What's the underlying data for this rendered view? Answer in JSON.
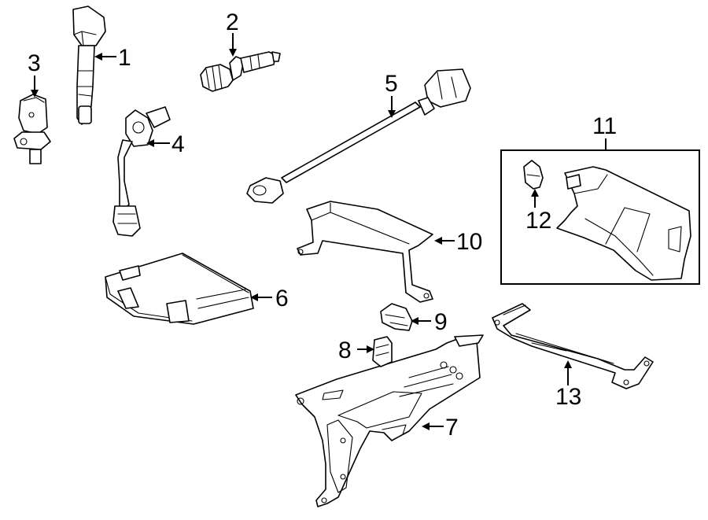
{
  "callouts": [
    {
      "id": "1",
      "label": "1"
    },
    {
      "id": "2",
      "label": "2"
    },
    {
      "id": "3",
      "label": "3"
    },
    {
      "id": "4",
      "label": "4"
    },
    {
      "id": "5",
      "label": "5"
    },
    {
      "id": "6",
      "label": "6"
    },
    {
      "id": "7",
      "label": "7"
    },
    {
      "id": "8",
      "label": "8"
    },
    {
      "id": "9",
      "label": "9"
    },
    {
      "id": "10",
      "label": "10"
    },
    {
      "id": "11",
      "label": "11"
    },
    {
      "id": "12",
      "label": "12"
    },
    {
      "id": "13",
      "label": "13"
    }
  ],
  "parts": [
    {
      "callout": "1",
      "icon": "ignition-coil-icon"
    },
    {
      "callout": "2",
      "icon": "spark-plug-icon"
    },
    {
      "callout": "3",
      "icon": "position-sensor-icon"
    },
    {
      "callout": "4",
      "icon": "sensor-with-lead-icon"
    },
    {
      "callout": "5",
      "icon": "knock-sensor-icon"
    },
    {
      "callout": "6",
      "icon": "control-module-icon"
    },
    {
      "callout": "7",
      "icon": "mounting-bracket-icon"
    },
    {
      "callout": "8",
      "icon": "clip-icon"
    },
    {
      "callout": "9",
      "icon": "clip-icon"
    },
    {
      "callout": "10",
      "icon": "bracket-icon"
    },
    {
      "callout": "11",
      "icon": "cover-assembly-icon"
    },
    {
      "callout": "12",
      "icon": "clip-icon"
    },
    {
      "callout": "13",
      "icon": "support-bracket-icon"
    }
  ],
  "colors": {
    "line": "#000000",
    "fill": "#ffffff"
  }
}
